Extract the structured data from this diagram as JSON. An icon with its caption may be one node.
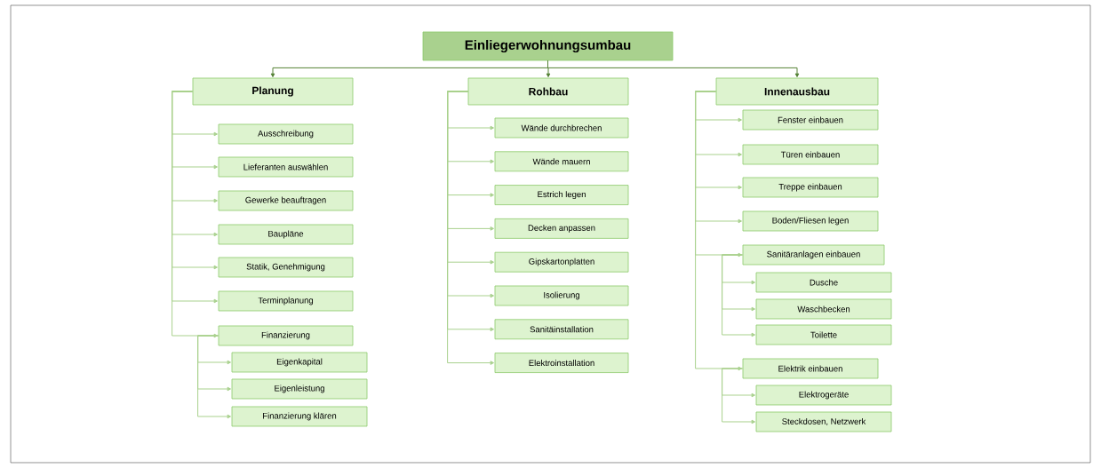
{
  "diagram": {
    "nodes": [
      {
        "text": [
          "Einliegerwohnungsumbau"
        ]
      },
      {
        "text": [
          "Planung"
        ]
      },
      {
        "text": [
          "Ausschreibung"
        ]
      },
      {
        "text": [
          "Lieferanten auswählen"
        ]
      },
      {
        "text": [
          "Gewerke beauftragen"
        ]
      },
      {
        "text": [
          "Baupläne"
        ]
      },
      {
        "text": [
          "Statik, Genehmigung"
        ]
      },
      {
        "text": [
          "Terminplanung"
        ]
      },
      {
        "text": [
          "Finanzierung"
        ]
      },
      {
        "text": [
          "Eigenkapital"
        ]
      },
      {
        "text": [
          "Eigenleistung"
        ]
      },
      {
        "text": [
          "Finanzierung klären"
        ]
      },
      {
        "text": [
          "Rohbau"
        ]
      },
      {
        "text": [
          "Wände durchbrechen"
        ]
      },
      {
        "text": [
          "Wände mauern"
        ]
      },
      {
        "text": [
          "Estrich legen"
        ]
      },
      {
        "text": [
          "Decken anpassen"
        ]
      },
      {
        "text": [
          "Gipskartonplatten"
        ]
      },
      {
        "text": [
          "Isolierung"
        ]
      },
      {
        "text": [
          "Sanitäinstallation"
        ]
      },
      {
        "text": [
          "Elektroinstallation"
        ]
      },
      {
        "text": [
          "Innenausbau"
        ]
      },
      {
        "text": [
          "Fenster einbauen"
        ]
      },
      {
        "text": [
          "Türen einbauen"
        ]
      },
      {
        "text": [
          "Treppe einbauen"
        ]
      },
      {
        "text": [
          "Boden/Fliesen legen"
        ]
      },
      {
        "text": [
          "Sanitäranlagen einbauen"
        ]
      },
      {
        "text": [
          "Dusche"
        ]
      },
      {
        "text": [
          "Waschbecken"
        ]
      },
      {
        "text": [
          "Toilette"
        ]
      },
      {
        "text": [
          "Elektrik einbauen"
        ]
      },
      {
        "text": [
          "Elektrogeräte"
        ]
      },
      {
        "text": [
          "Steckdosen, Netzwerk"
        ]
      }
    ],
    "edges": [
      {
        "from": 0,
        "to": 1,
        "arrow": "to",
        "color": "#548235"
      },
      {
        "from": 0,
        "to": 12,
        "arrow": "to",
        "color": "#548235"
      },
      {
        "from": 0,
        "to": 21,
        "arrow": "to",
        "color": "#548235"
      },
      {
        "from": 1,
        "to": 2,
        "arrow": "to"
      },
      {
        "from": 1,
        "to": 3,
        "arrow": "to"
      },
      {
        "from": 1,
        "to": 4,
        "arrow": "to"
      },
      {
        "from": 1,
        "to": 5,
        "arrow": "to"
      },
      {
        "from": 1,
        "to": 6,
        "arrow": "to"
      },
      {
        "from": 1,
        "to": 7,
        "arrow": "to"
      },
      {
        "from": 1,
        "to": 8,
        "arrow": "to"
      },
      {
        "from": 8,
        "to": 9,
        "arrow": "to"
      },
      {
        "from": 8,
        "to": 10,
        "arrow": "to"
      },
      {
        "from": 8,
        "to": 11,
        "arrow": "to"
      },
      {
        "from": 12,
        "to": 13,
        "arrow": "to"
      },
      {
        "from": 12,
        "to": 14,
        "arrow": "to"
      },
      {
        "from": 12,
        "to": 15,
        "arrow": "to"
      },
      {
        "from": 12,
        "to": 16,
        "arrow": "to"
      },
      {
        "from": 12,
        "to": 17,
        "arrow": "to"
      },
      {
        "from": 12,
        "to": 18,
        "arrow": "to"
      },
      {
        "from": 12,
        "to": 19,
        "arrow": "to"
      },
      {
        "from": 12,
        "to": 20,
        "arrow": "to"
      },
      {
        "from": 21,
        "to": 22,
        "arrow": "to"
      },
      {
        "from": 21,
        "to": 23,
        "arrow": "to"
      },
      {
        "from": 21,
        "to": 24,
        "arrow": "to"
      },
      {
        "from": 21,
        "to": 25,
        "arrow": "to"
      },
      {
        "from": 21,
        "to": 26,
        "arrow": "to"
      },
      {
        "from": 26,
        "to": 27,
        "arrow": "to"
      },
      {
        "from": 26,
        "to": 28,
        "arrow": "to"
      },
      {
        "from": 26,
        "to": 29,
        "arrow": "to"
      },
      {
        "from": 21,
        "to": 30,
        "arrow": "to"
      },
      {
        "from": 30,
        "to": 31,
        "arrow": "to"
      },
      {
        "from": 30,
        "to": 32,
        "arrow": "to"
      }
    ]
  }
}
